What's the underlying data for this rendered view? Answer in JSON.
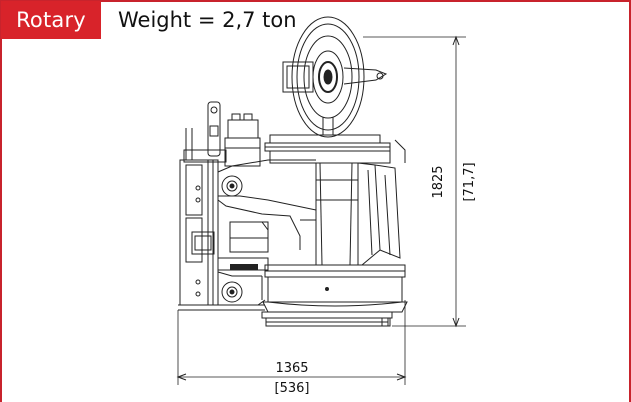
{
  "header": {
    "tag_label": "Rotary",
    "weight_text": "Weight = 2,7 ton"
  },
  "dimensions": {
    "height_mm": "1825",
    "height_in": "[71,7]",
    "width_mm": "1365",
    "width_in": "[536]"
  },
  "colors": {
    "accent": "#d8232a",
    "frame": "#c8232c",
    "line": "#222222"
  }
}
